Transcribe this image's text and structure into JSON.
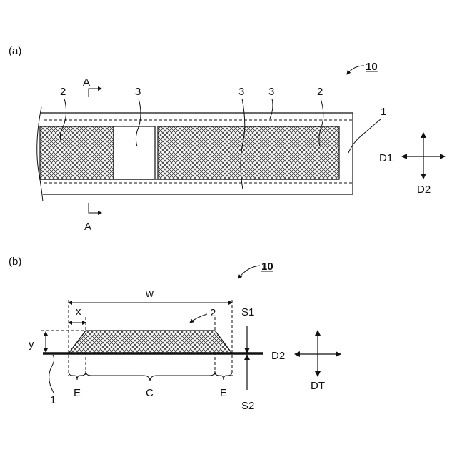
{
  "panel_a": {
    "label": "(a)",
    "ref_number": "10",
    "section_mark_top": "A",
    "section_mark_bottom": "A",
    "callouts": [
      "2",
      "3",
      "3",
      "3",
      "2",
      "1"
    ],
    "axis_horizontal": "D1",
    "axis_vertical": "D2"
  },
  "panel_b": {
    "label": "(b)",
    "ref_number": "10",
    "width_label": "w",
    "edge_width_label": "x",
    "height_label": "y",
    "layer_label": "2",
    "base_label": "1",
    "edge_left": "E",
    "center": "C",
    "edge_right": "E",
    "surface_top": "S1",
    "surface_bottom": "S2",
    "axis_horizontal": "D2",
    "axis_vertical": "DT"
  }
}
